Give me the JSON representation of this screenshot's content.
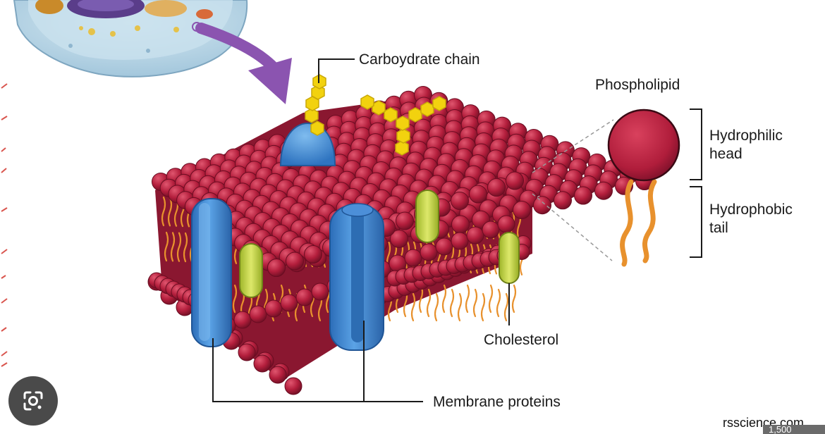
{
  "labels": {
    "carbohydrate_chain": "Carboydrate chain",
    "phospholipid": "Phospholipid",
    "hydrophilic_head_line1": "Hydrophilic",
    "hydrophilic_head_line2": "head",
    "hydrophobic_tail_line1": "Hydrophobic",
    "hydrophobic_tail_line2": "tail",
    "cholesterol": "Cholesterol",
    "membrane_proteins": "Membrane proteins"
  },
  "watermark": "rsscience.com",
  "counter_badge": "1,500",
  "colors": {
    "head": "#b31e3c",
    "tail": "#e8912d",
    "protein": "#3f86d1",
    "cholesterol": "#b8cf3a",
    "carbohydrate": "#f2d20f",
    "arrow": "#8b54b0",
    "cell": "#b9d6e6"
  },
  "icons": {
    "lens_button": "google-lens-icon"
  }
}
